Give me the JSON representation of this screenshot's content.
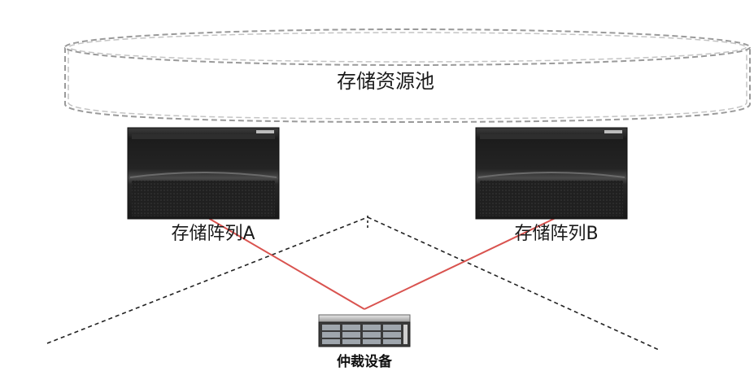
{
  "pool": {
    "label": "存储资源池"
  },
  "arrays": [
    {
      "label": "存储阵列A"
    },
    {
      "label": "存储阵列B"
    }
  ],
  "arbitration": {
    "label": "仲裁设备"
  },
  "colors": {
    "pool_border": "#9a9a9a",
    "link_red": "#d9534f",
    "dashed_black": "#222222",
    "chassis_dark": "#2a2a2a"
  }
}
